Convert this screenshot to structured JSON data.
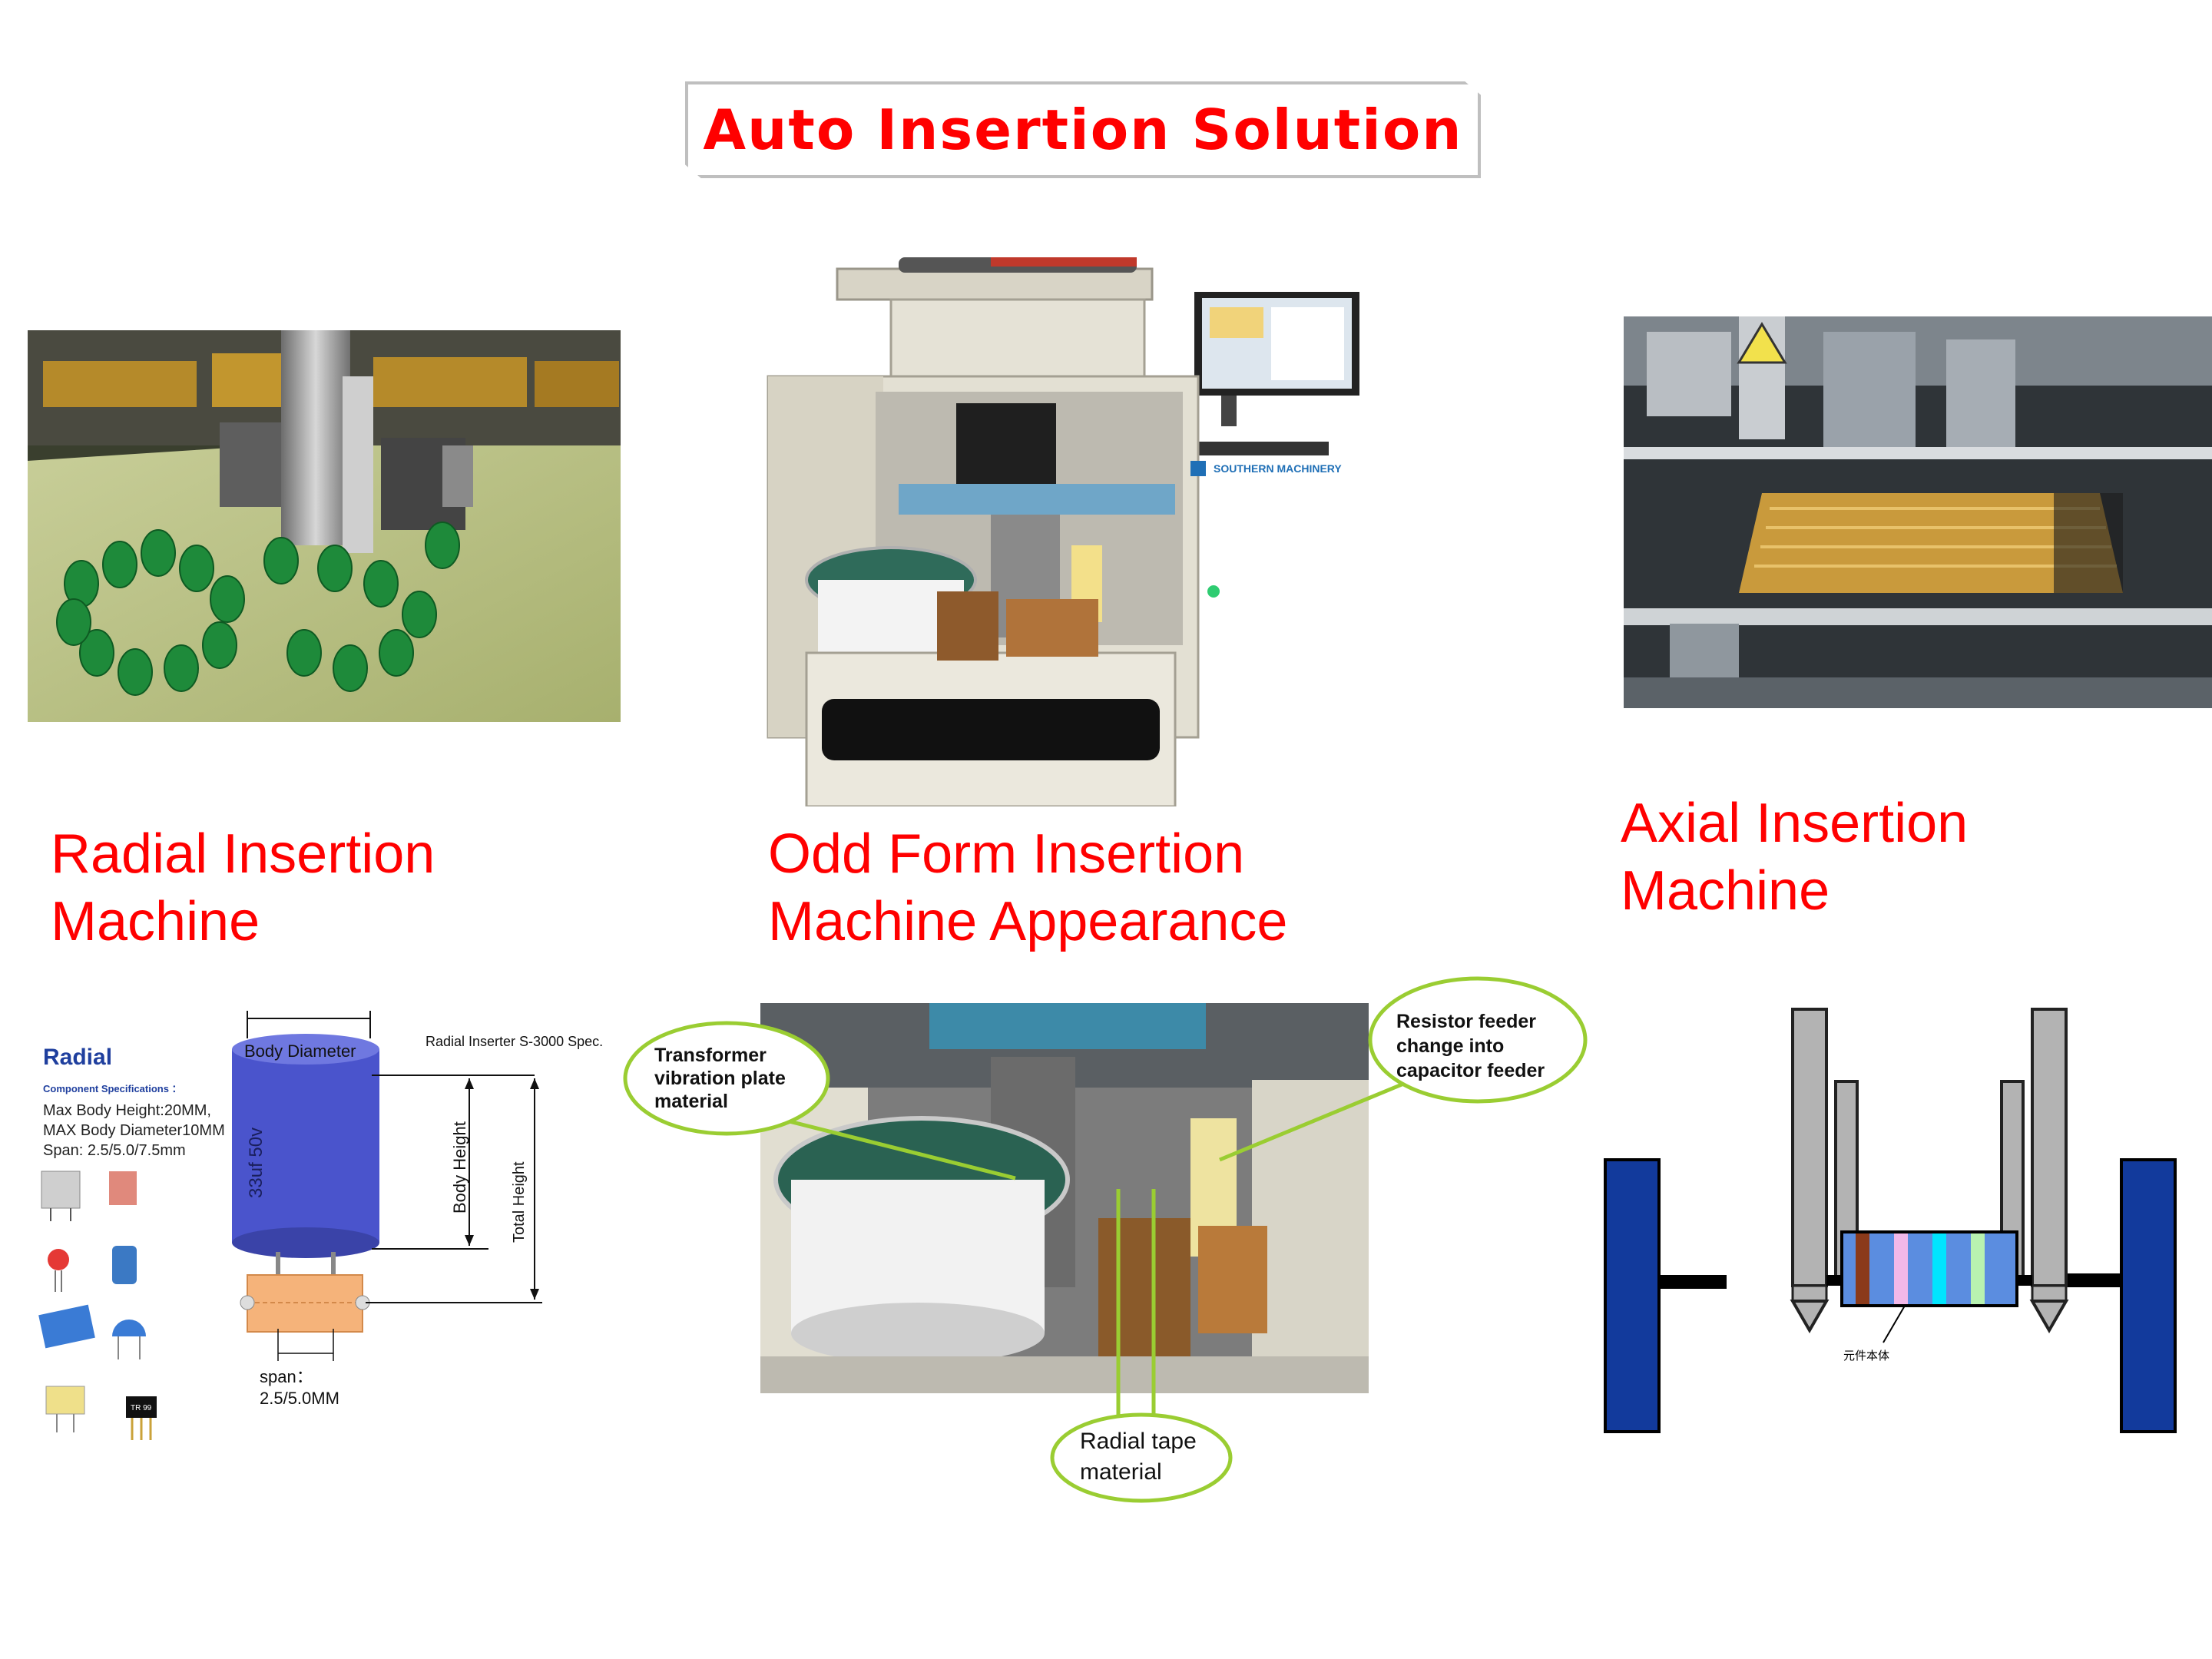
{
  "slide": {
    "title": "Auto Insertion Solution",
    "colors": {
      "title": "#ff0000",
      "accent_green": "#9acd32",
      "resistor_blue": "#1f3f9e"
    }
  },
  "captions": {
    "radial": "Radial Insertion\nMachine",
    "odd_form": "Odd Form Insertion\nMachine Appearance",
    "axial": "Axial Insertion\nMachine"
  },
  "machine": {
    "brand": "SOUTHERN MACHINERY"
  },
  "radial_spec": {
    "heading": "Radial",
    "subheading": "Component Specifications ：",
    "lines": [
      "Max Body Height:20MM,",
      "MAX Body Diameter10MM",
      "Span: 2.5/5.0/7.5mm"
    ],
    "spec_title": "Radial Inserter S-3000 Spec.",
    "body_diameter": "Body Diameter",
    "body_height": "Body Height",
    "total_height": "Total Height",
    "capacitor_marking": "33uf  50v",
    "span_label": "span：",
    "span_value": "2.5/5.0MM",
    "transistor_marking": "TR 99"
  },
  "callouts": {
    "transformer": [
      "Transformer",
      "vibration plate",
      "material"
    ],
    "resistor": [
      "Resistor feeder",
      "change into",
      "capacitor feeder"
    ],
    "radial_tape": [
      "Radial tape",
      "material"
    ]
  },
  "axial_diagram": {
    "component_label": "元件本体"
  }
}
